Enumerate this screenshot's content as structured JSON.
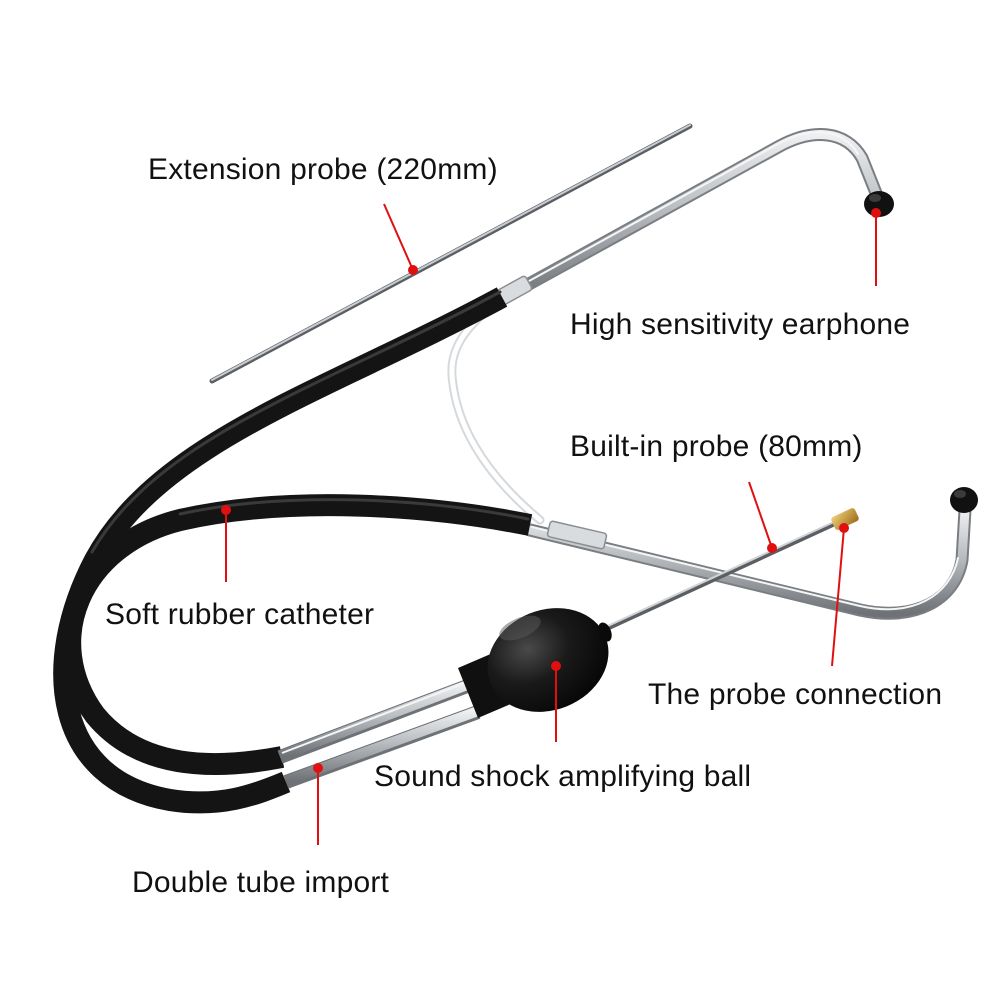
{
  "product": "mechanic stethoscope",
  "colors": {
    "background": "#ffffff",
    "label_text": "#111111",
    "leader_line": "#e01010",
    "rubber_tube": "#141414",
    "steel": "#b9bcc0",
    "brass": "#c8962e"
  },
  "callouts": {
    "extension_probe": "Extension probe (220mm)",
    "earphone": "High sensitivity earphone",
    "builtin_probe": "Built-in probe (80mm)",
    "catheter": "Soft rubber catheter",
    "probe_connection": "The probe connection",
    "amplifying_ball": "Sound shock amplifying ball",
    "double_tube": "Double tube import"
  }
}
